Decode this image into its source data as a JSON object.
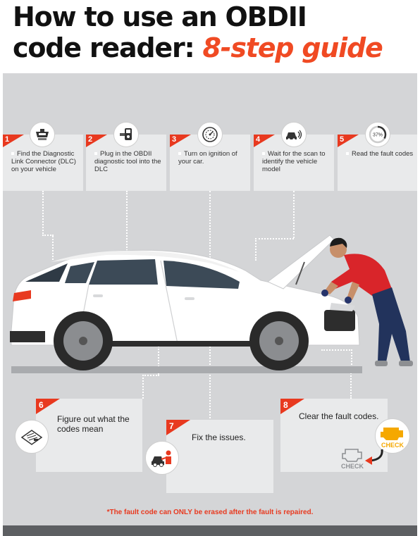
{
  "title": {
    "line1": "How to use an OBDII",
    "line2_prefix": "code reader: ",
    "line2_accent": "8-step guide"
  },
  "steps": [
    {
      "number": "1",
      "text": "Find the Diagnostic Link Connector (DLC) on your vehicle",
      "icon": "obd-connector-icon"
    },
    {
      "number": "2",
      "text": "Plug in the OBDII diagnostic tool into the DLC",
      "icon": "diagnostic-tool-icon"
    },
    {
      "number": "3",
      "text": "Turn on ignition of your car.",
      "icon": "ignition-gauge-icon"
    },
    {
      "number": "4",
      "text": "Wait for the scan to identify the vehicle model",
      "icon": "car-scan-icon"
    },
    {
      "number": "5",
      "text": "Read the fault codes",
      "icon": "progress-37-icon",
      "icon_text": "37%"
    },
    {
      "number": "6",
      "text": "Figure out what the codes mean",
      "icon": "clipboard-icon"
    },
    {
      "number": "7",
      "text": "Fix the issues.",
      "icon": "mechanic-icon"
    },
    {
      "number": "8",
      "text": "Clear the fault codes.",
      "icon": "check-engine-icon"
    }
  ],
  "check_labels": {
    "active": "CHECK",
    "cleared": "CHECK"
  },
  "note": "*The fault code can ONLY be erased after the fault is repaired.",
  "colors": {
    "accent": "#f04a23",
    "panel": "#d4d5d7",
    "card": "#e9eaeb",
    "check_active": "#f5a800"
  }
}
